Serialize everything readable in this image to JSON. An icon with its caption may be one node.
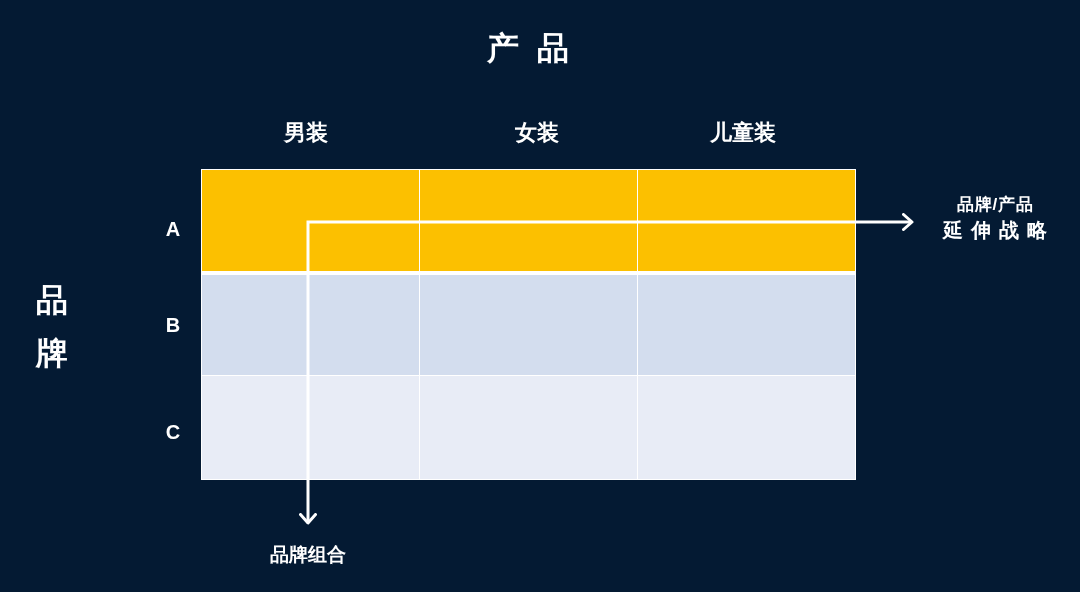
{
  "diagram": {
    "nodes": [
      {
        "text": [
          "品牌/产品",
          "延伸战略"
        ]
      },
      {
        "text": [
          "品牌组合"
        ]
      }
    ],
    "edges": [
      {
        "from": 1,
        "to": 0,
        "arrow": "both"
      }
    ],
    "labels": [
      "产品",
      "男装",
      "女装",
      "儿童装",
      "品牌",
      "A",
      "B",
      "C"
    ]
  }
}
